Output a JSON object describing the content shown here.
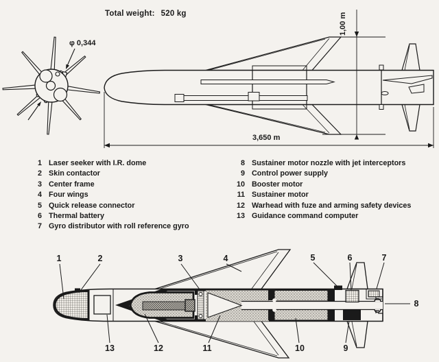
{
  "header": {
    "weight_label": "Total weight:",
    "weight_value": "520 kg"
  },
  "front_view": {
    "diameter_label": "φ 0,344"
  },
  "side_view": {
    "span_label": "1,00 m",
    "length_label": "3,650 m"
  },
  "parts_list": {
    "left": [
      {
        "num": "1",
        "label": "Laser seeker with I.R. dome"
      },
      {
        "num": "2",
        "label": "Skin contactor"
      },
      {
        "num": "3",
        "label": "Center frame"
      },
      {
        "num": "4",
        "label": "Four wings"
      },
      {
        "num": "5",
        "label": "Quick release connector"
      },
      {
        "num": "6",
        "label": "Thermal battery"
      },
      {
        "num": "7",
        "label": "Gyro distributor with roll reference gyro"
      }
    ],
    "right": [
      {
        "num": "8",
        "label": "Sustainer motor nozzle with jet interceptors"
      },
      {
        "num": "9",
        "label": "Control power supply"
      },
      {
        "num": "10",
        "label": "Booster motor"
      },
      {
        "num": "11",
        "label": "Sustainer motor"
      },
      {
        "num": "12",
        "label": "Warhead with fuze and arming safety devices"
      },
      {
        "num": "13",
        "label": "Guidance command computer"
      }
    ]
  },
  "cutaway": {
    "callouts": [
      "1",
      "2",
      "3",
      "4",
      "5",
      "6",
      "7",
      "8",
      "9",
      "10",
      "11",
      "12",
      "13"
    ]
  },
  "colors": {
    "ink": "#1a1a1a",
    "paper": "#f4f2ee",
    "stipple": "#dbd8d1"
  }
}
